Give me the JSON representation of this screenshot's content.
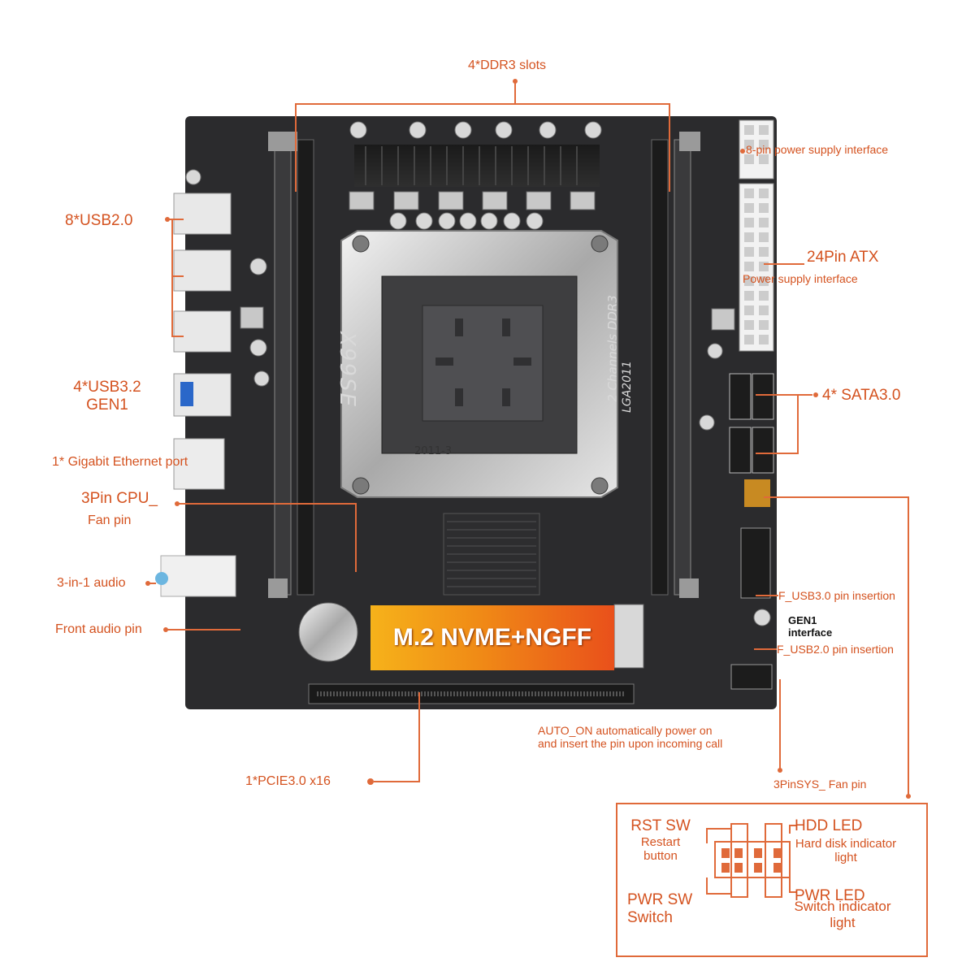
{
  "board": {
    "model_mark": "X99SE",
    "silk_ddr": "2 Channels DDR3",
    "silk_lga": "LGA2011",
    "socket_text": "2011-3",
    "m2_banner": "M.2 NVME+NGFF"
  },
  "callouts": {
    "ddr3_slots": "4*DDR3 slots",
    "eight_pin_power": "8-pin power supply interface",
    "atx24_title": "24Pin ATX",
    "atx24_sub": "Power supply interface",
    "usb20": "8*USB2.0",
    "usb32_line1": "4*USB3.2",
    "usb32_line2": "GEN1",
    "ethernet": "1* Gigabit Ethernet port",
    "cpu_fan_line1": "3Pin CPU_",
    "cpu_fan_line2": "Fan pin",
    "audio": "3-in-1 audio",
    "front_audio": "Front audio pin",
    "sata": "4* SATA3.0",
    "f_usb30": "F_USB3.0 pin insertion",
    "gen1_interface_line1": "GEN1",
    "gen1_interface_line2": "interface",
    "f_usb20": "F_USB2.0 pin insertion",
    "auto_on_line1": "AUTO_ON automatically power on",
    "auto_on_line2": "and insert the pin upon incoming call",
    "pcie": "1*PCIE3.0 x16",
    "sys_fan": "3PinSYS_ Fan pin"
  },
  "panel": {
    "rst_title": "RST SW",
    "rst_sub1": "Restart",
    "rst_sub2": "button",
    "pwr_sw_title": "PWR SW",
    "pwr_sw_sub": "Switch",
    "hdd_title": "HDD LED",
    "hdd_sub1": "Hard disk indicator",
    "hdd_sub2": "light",
    "pwr_led_title": "PWR LED",
    "pwr_led_sub1": "Switch indicator",
    "pwr_led_sub2": "light"
  },
  "colors": {
    "accent": "#d4521f",
    "line": "#e06a3a",
    "board": "#2b2b2d"
  }
}
